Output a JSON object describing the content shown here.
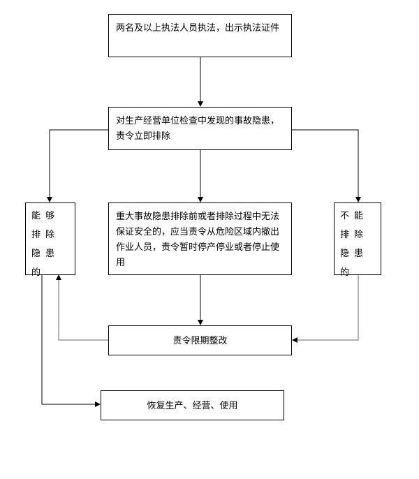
{
  "flowchart": {
    "step1": "两名及以上执法人员执法，出示执法证件",
    "step2": "对生产经营单位检查中发现的事故隐患，责令立即排除",
    "branch_left": "能够排除隐患的",
    "branch_center": "重大事故隐患排除前或者排除过程中无法保证安全的，应当责令从危险区域内撤出作业人员，责令暂时停产停业或者停止使用",
    "branch_right": "不能排除隐患的",
    "rectify": "责令限期整改",
    "resume": "恢复生产、经营、使用"
  }
}
